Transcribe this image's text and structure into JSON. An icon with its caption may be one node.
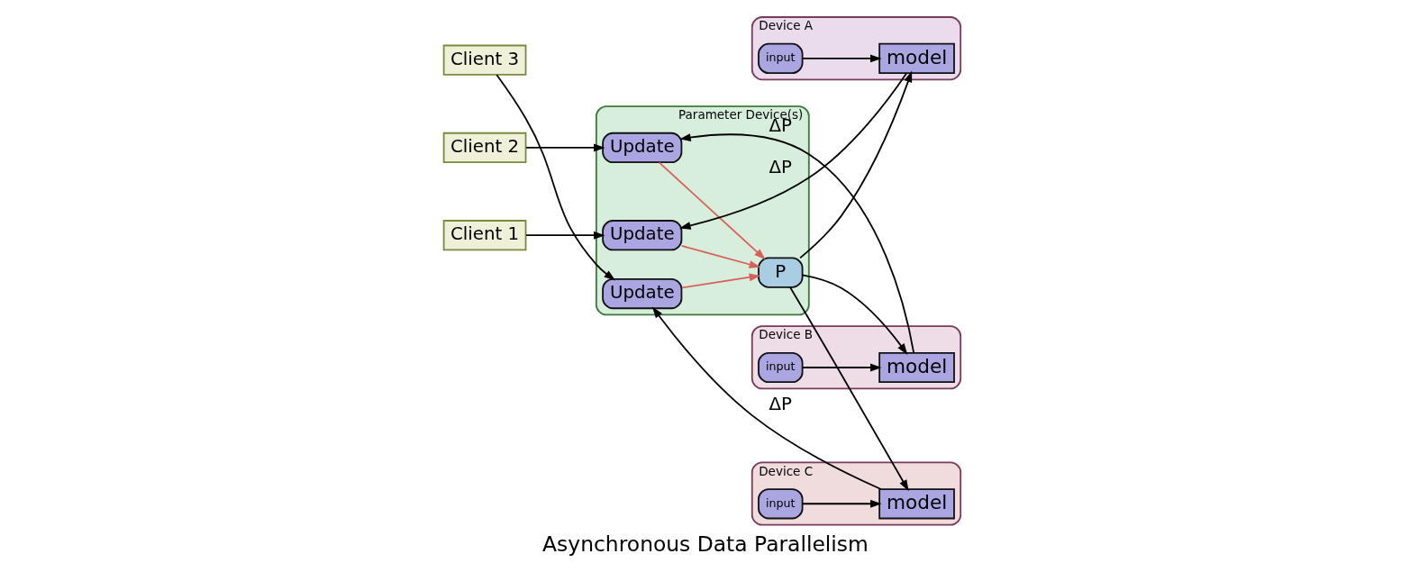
{
  "diagram": {
    "caption": "Asynchronous Data Parallelism",
    "nodes": [
      {
        "text": [
          "Parameter Device(s)"
        ]
      },
      {
        "text": [
          "Update"
        ],
        "in": 0
      },
      {
        "text": [
          "Update"
        ],
        "in": 0
      },
      {
        "text": [
          "Update"
        ],
        "in": 0
      },
      {
        "text": [
          "P"
        ],
        "in": 0
      },
      {
        "text": [
          "Client 3"
        ]
      },
      {
        "text": [
          "Client 2"
        ]
      },
      {
        "text": [
          "Client 1"
        ]
      },
      {
        "text": [
          "Device A"
        ]
      },
      {
        "text": [
          "model"
        ],
        "in": 8
      },
      {
        "text": [
          "input"
        ],
        "in": 8
      },
      {
        "text": [
          "Device B"
        ]
      },
      {
        "text": [
          "model"
        ],
        "in": 11
      },
      {
        "text": [
          "input"
        ],
        "in": 11
      },
      {
        "text": [
          "Device C"
        ]
      },
      {
        "text": [
          "model"
        ],
        "in": 14
      },
      {
        "text": [
          "input"
        ],
        "in": 14
      }
    ],
    "edges": [
      {
        "from": 5,
        "to": 1,
        "arrow": "to"
      },
      {
        "from": 6,
        "to": 2,
        "arrow": "to"
      },
      {
        "from": 7,
        "to": 3,
        "arrow": "to"
      },
      {
        "from": 15,
        "to": 1,
        "arrow": "to",
        "label": "ΔP"
      },
      {
        "from": 12,
        "to": 2,
        "arrow": "to",
        "label": "ΔP"
      },
      {
        "from": 9,
        "to": 3,
        "arrow": "to",
        "label": "ΔP"
      },
      {
        "from": 1,
        "to": 4,
        "arrow": "to",
        "color": "#d9605a"
      },
      {
        "from": 2,
        "to": 4,
        "arrow": "to",
        "color": "#d9605a"
      },
      {
        "from": 3,
        "to": 4,
        "arrow": "to",
        "color": "#d9605a"
      },
      {
        "from": 4,
        "to": 9,
        "arrow": "to"
      },
      {
        "from": 4,
        "to": 12,
        "arrow": "to"
      },
      {
        "from": 4,
        "to": 15,
        "arrow": "to"
      },
      {
        "from": 10,
        "to": 9,
        "arrow": "to"
      },
      {
        "from": 13,
        "to": 12,
        "arrow": "to"
      },
      {
        "from": 16,
        "to": 15,
        "arrow": "to"
      }
    ]
  }
}
